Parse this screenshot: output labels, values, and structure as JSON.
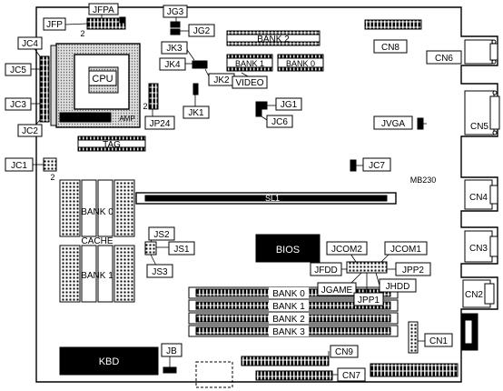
{
  "board": {
    "model": "MB230",
    "labels": {
      "jfpa": "JFPA",
      "jfp": "JFP",
      "jg3": "JG3",
      "jg2": "JG2",
      "jc4": "JC4",
      "jc5": "JC5",
      "jc3": "JC3",
      "jc2": "JC2",
      "jc1": "JC1",
      "cpu": "CPU",
      "amp": "AMP",
      "tag": "TAG",
      "jp24": "JP24",
      "jk3": "JK3",
      "jk4": "JK4",
      "jk2": "JK2",
      "jk1": "JK1",
      "bank2_video": "BANK 2",
      "bank1_video": "BANK 1",
      "bank0_video": "BANK 0",
      "video": "VIDEO",
      "cn8": "CN8",
      "jg1": "JG1",
      "jc6": "JC6",
      "jvga": "JVGA",
      "cn6": "CN6",
      "cn5": "CN5",
      "jc7": "JC7",
      "cn4": "CN4",
      "sl1": "SL1",
      "bank0_cache": "BANK 0",
      "cache": "CACHE",
      "bank1_cache": "BANK 1",
      "js2": "JS2",
      "js1": "JS1",
      "js3": "JS3",
      "bios": "BIOS",
      "jcom2": "JCOM2",
      "jcom1": "JCOM1",
      "cn3": "CN3",
      "jfdd": "JFDD",
      "jpp2": "JPP2",
      "jgame": "JGAME",
      "jpp1": "JPP1",
      "jhdd": "JHDD",
      "cn2": "CN2",
      "simm_bank0": "BANK 0",
      "simm_bank1": "BANK 1",
      "simm_bank2": "BANK 2",
      "simm_bank3": "BANK 3",
      "cn1": "CN1",
      "kbd": "KBD",
      "jb": "JB",
      "cn9": "CN9",
      "cn7": "CN7",
      "pin2_jfp": "2",
      "pin2_jc1": "2",
      "pin2_cpu": "2"
    }
  }
}
